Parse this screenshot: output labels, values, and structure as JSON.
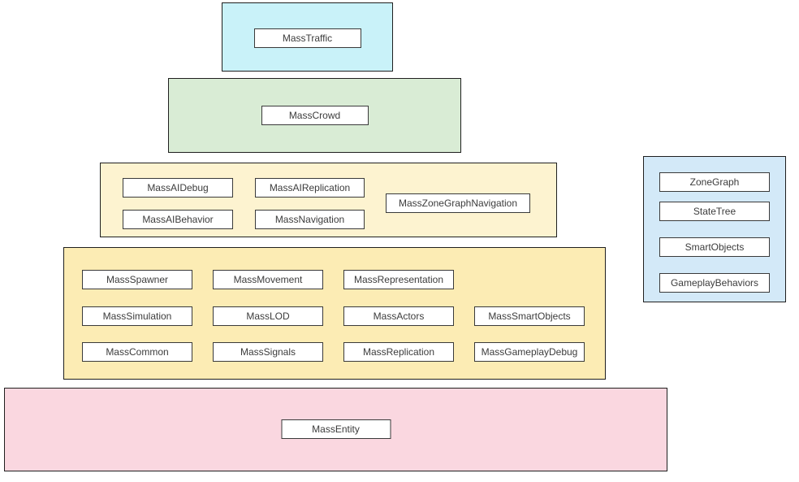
{
  "colors": {
    "traffic_layer_bg": "#c9f2f9",
    "crowd_layer_bg": "#d9ecd5",
    "ai_layer_bg": "#fdf3d0",
    "runtime_layer_bg": "#fcecb4",
    "entity_layer_bg": "#fad7e0",
    "side_panel_bg": "#d3e9f8",
    "node_bg": "#ffffff",
    "border": "#1f1f1f",
    "text": "#3c3c3c"
  },
  "layers": {
    "traffic": {
      "label": "MassTraffic"
    },
    "crowd": {
      "label": "MassCrowd"
    },
    "ai": {
      "items": {
        "debug": "MassAIDebug",
        "replication": "MassAIReplication",
        "zonegraphnav": "MassZoneGraphNavigation",
        "behavior": "MassAIBehavior",
        "navigation": "MassNavigation"
      }
    },
    "runtime": {
      "items": {
        "spawner": "MassSpawner",
        "movement": "MassMovement",
        "representation": "MassRepresentation",
        "simulation": "MassSimulation",
        "lod": "MassLOD",
        "actors": "MassActors",
        "smartobjects": "MassSmartObjects",
        "common": "MassCommon",
        "signals": "MassSignals",
        "replication": "MassReplication",
        "gameplaydebug": "MassGameplayDebug"
      }
    },
    "entity": {
      "label": "MassEntity"
    },
    "side": {
      "items": {
        "zonegraph": "ZoneGraph",
        "statetree": "StateTree",
        "smartobjects": "SmartObjects",
        "gameplaybehaviors": "GameplayBehaviors"
      }
    }
  }
}
